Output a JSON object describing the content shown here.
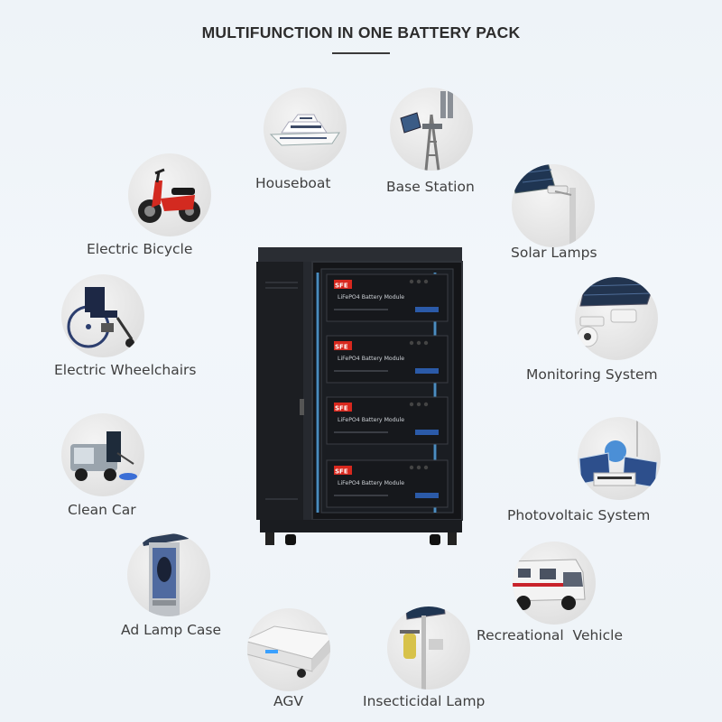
{
  "title": "MULTIFUNCTION IN ONE BATTERY PACK",
  "applications": [
    {
      "label": "Houseboat",
      "icon": "houseboat-icon"
    },
    {
      "label": "Base Station",
      "icon": "base-station-icon"
    },
    {
      "label": "Electric Bicycle",
      "icon": "electric-bicycle-icon"
    },
    {
      "label": "Solar Lamps",
      "icon": "solar-lamp-icon"
    },
    {
      "label": "Electric Wheelchairs",
      "icon": "wheelchair-icon"
    },
    {
      "label": "Monitoring System",
      "icon": "monitoring-camera-icon"
    },
    {
      "label": "Clean Car",
      "icon": "clean-car-icon"
    },
    {
      "label": "Photovoltaic System",
      "icon": "photovoltaic-icon"
    },
    {
      "label": "Ad Lamp Case",
      "icon": "ad-lamp-case-icon"
    },
    {
      "label": "Recreational  Vehicle",
      "icon": "rv-icon"
    },
    {
      "label": "AGV",
      "icon": "agv-icon"
    },
    {
      "label": "Insecticidal Lamp",
      "icon": "insecticidal-lamp-icon"
    }
  ],
  "cabinet": {
    "module_label": "LiFePO4 Battery Module",
    "module_count": 4,
    "brand_mark": "SFE"
  },
  "colors": {
    "background": "#eef3f8",
    "cabinet": "#1a1c20",
    "accent_light": "#3aa0ff",
    "brand_red": "#d8281e"
  }
}
